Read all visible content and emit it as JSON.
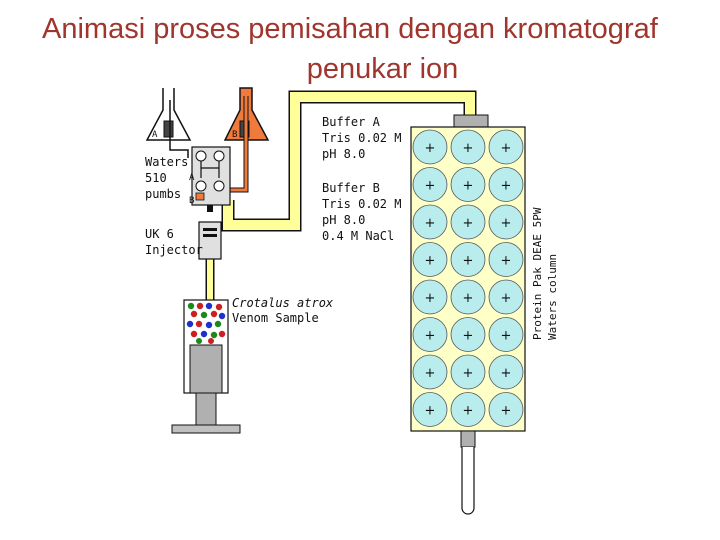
{
  "title": {
    "line1": "Animasi proses pemisahan dengan kromatograf",
    "line2": "penukar ion"
  },
  "bottle_a_label": "A",
  "bottle_b_label": "B",
  "pump": {
    "line1": "Waters",
    "line2": "510",
    "line3": "pumbs",
    "port_a": "A",
    "port_b": "B"
  },
  "injector": {
    "line1": "UK 6",
    "line2": "Injector"
  },
  "buffer_a": {
    "line1": "Buffer A",
    "line2": "Tris 0.02 M",
    "line3": "pH 8.0"
  },
  "buffer_b": {
    "line1": "Buffer B",
    "line2": "Tris 0.02 M",
    "line3": "pH 8.0",
    "line4": "0.4 M NaCl"
  },
  "sample": {
    "line1": "Crotalus atrox",
    "line2": "Venom Sample"
  },
  "column": {
    "line1": "Protein Pak DEAE 5PW",
    "line2": "Waters column"
  },
  "bead_sign": "+",
  "colors": {
    "title": "#a0352e",
    "tubing": "#ffff99",
    "buffer_b": "#f07a3c",
    "bead": "#b9ecec",
    "column": "#ffffc8"
  }
}
